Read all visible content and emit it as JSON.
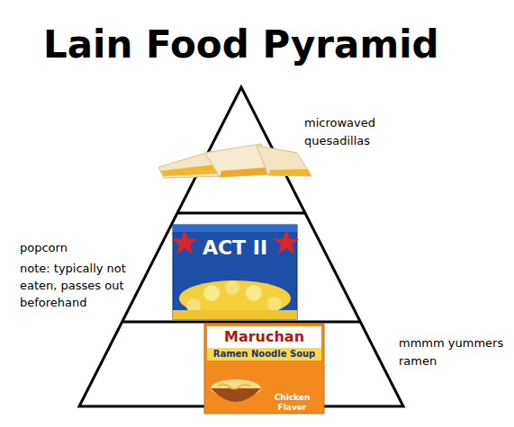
{
  "diagram": {
    "title": "Lain Food Pyramid",
    "labels": [
      "microwaved quesadillas",
      "popcorn",
      "note: typically not eaten, passes out beforehand",
      "mmmm yummers ramen",
      "ACT II",
      "Maruchan",
      "Ramen Noodle Soup",
      "Chicken Flavor"
    ]
  }
}
